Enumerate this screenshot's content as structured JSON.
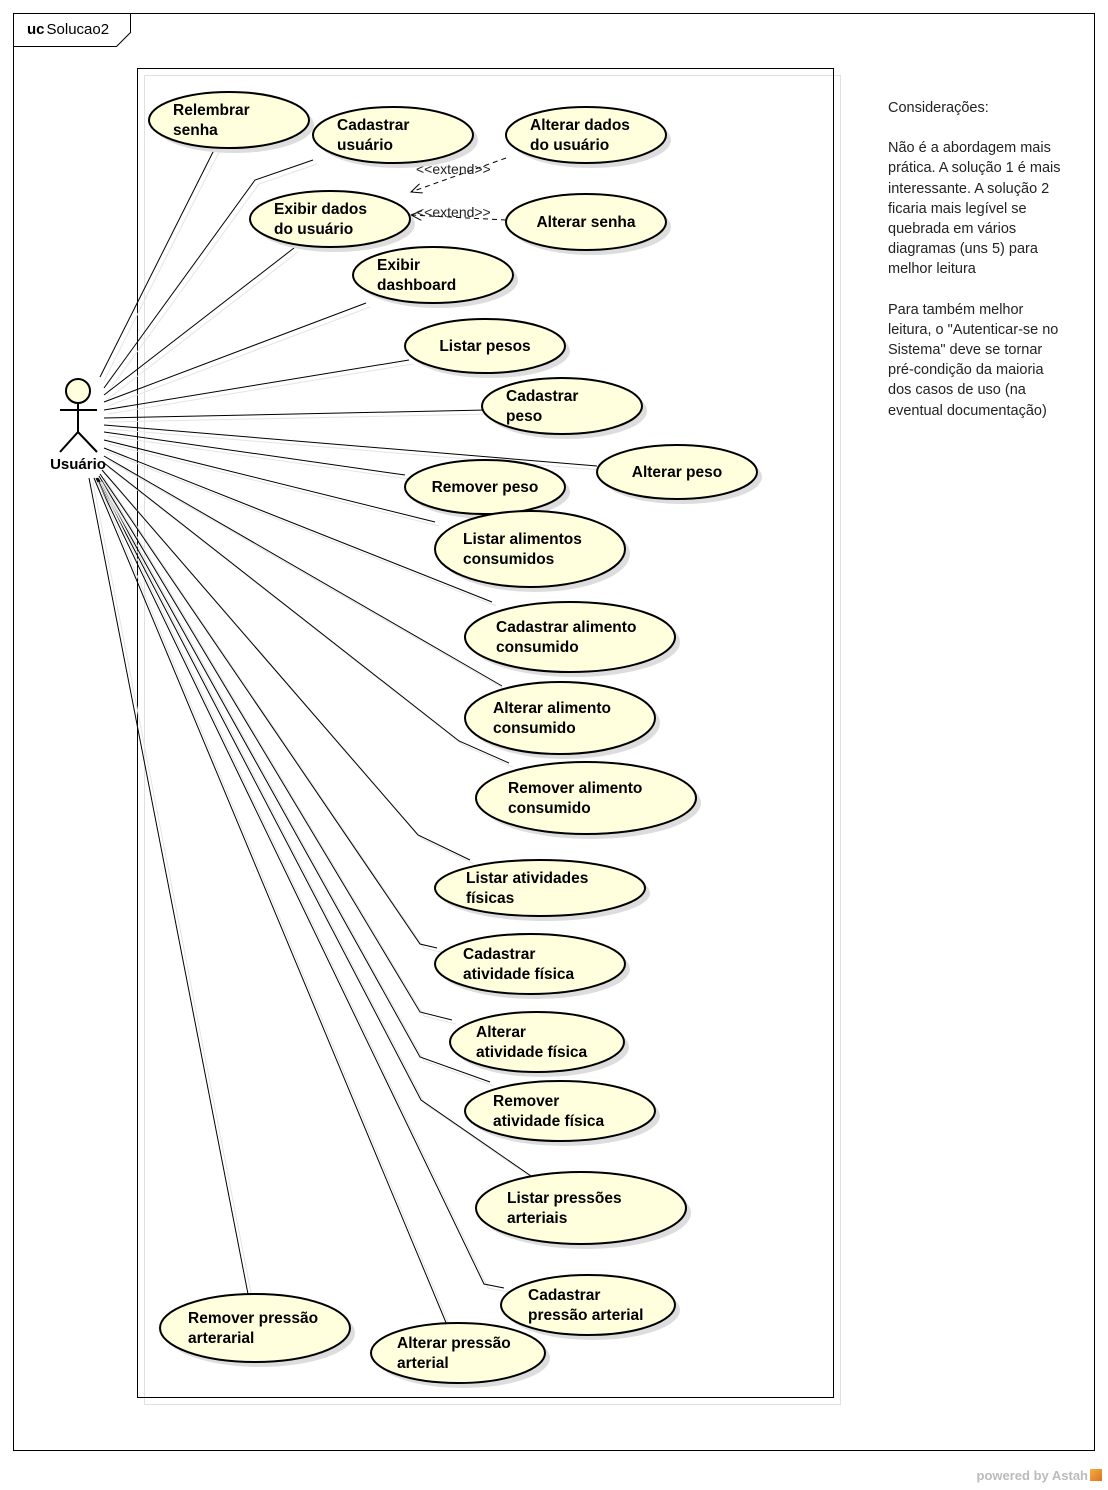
{
  "frame": {
    "kind": "uc",
    "name": "Solucao2"
  },
  "actor": {
    "name": "Usuário"
  },
  "use_cases": [
    {
      "id": "relembrar-senha",
      "lines": [
        "Relembrar",
        "senha"
      ]
    },
    {
      "id": "cadastrar-usuario",
      "lines": [
        "Cadastrar",
        "usuário"
      ]
    },
    {
      "id": "alterar-dados-usuario",
      "lines": [
        "Alterar dados",
        "do usuário"
      ]
    },
    {
      "id": "exibir-dados-usuario",
      "lines": [
        "Exibir dados",
        "do usuário"
      ]
    },
    {
      "id": "alterar-senha",
      "lines": [
        "Alterar senha"
      ]
    },
    {
      "id": "exibir-dashboard",
      "lines": [
        "Exibir",
        "dashboard"
      ]
    },
    {
      "id": "listar-pesos",
      "lines": [
        "Listar pesos"
      ]
    },
    {
      "id": "cadastrar-peso",
      "lines": [
        "Cadastrar",
        "peso"
      ]
    },
    {
      "id": "alterar-peso",
      "lines": [
        "Alterar peso"
      ]
    },
    {
      "id": "remover-peso",
      "lines": [
        "Remover peso"
      ]
    },
    {
      "id": "listar-alimentos-consumidos",
      "lines": [
        "Listar alimentos",
        "consumidos"
      ]
    },
    {
      "id": "cadastrar-alimento-consumido",
      "lines": [
        "Cadastrar alimento",
        "consumido"
      ]
    },
    {
      "id": "alterar-alimento-consumido",
      "lines": [
        "Alterar alimento",
        "consumido"
      ]
    },
    {
      "id": "remover-alimento-consumido",
      "lines": [
        "Remover alimento",
        "consumido"
      ]
    },
    {
      "id": "listar-atividades-fisicas",
      "lines": [
        "Listar atividades",
        "físicas"
      ]
    },
    {
      "id": "cadastrar-atividade-fisica",
      "lines": [
        "Cadastrar",
        "atividade física"
      ]
    },
    {
      "id": "alterar-atividade-fisica",
      "lines": [
        "Alterar",
        "atividade física"
      ]
    },
    {
      "id": "remover-atividade-fisica",
      "lines": [
        "Remover",
        "atividade física"
      ]
    },
    {
      "id": "listar-pressoes-arteriais",
      "lines": [
        "Listar pressões",
        "arteriais"
      ]
    },
    {
      "id": "cadastrar-pressao-arterial",
      "lines": [
        "Cadastrar",
        "pressão arterial"
      ]
    },
    {
      "id": "alterar-pressao-arterial",
      "lines": [
        "Alterar pressão",
        "arterial"
      ]
    },
    {
      "id": "remover-pressao-arterarial",
      "lines": [
        "Remover pressão",
        "arterarial"
      ]
    }
  ],
  "extends": [
    {
      "from": "alterar-dados-usuario",
      "to": "exibir-dados-usuario",
      "label": "<<extend>>"
    },
    {
      "from": "alterar-senha",
      "to": "exibir-dados-usuario",
      "label": "<<extend>>"
    }
  ],
  "notes": [
    "Considerações:",
    "Não é a abordagem mais prática. A solução 1 é mais interessante. A solução 2 ficaria mais legível se quebrada em vários diagramas (uns 5) para melhor leitura",
    "Para também melhor leitura, o \"Autenticar-se no Sistema\" deve se tornar pré-condição da maioria dos casos de uso (na eventual documentação)"
  ],
  "footer": "powered by Astah",
  "colors": {
    "usecase_fill": "#ffffdd",
    "stroke": "#000000",
    "shadow": "#dddddd"
  }
}
